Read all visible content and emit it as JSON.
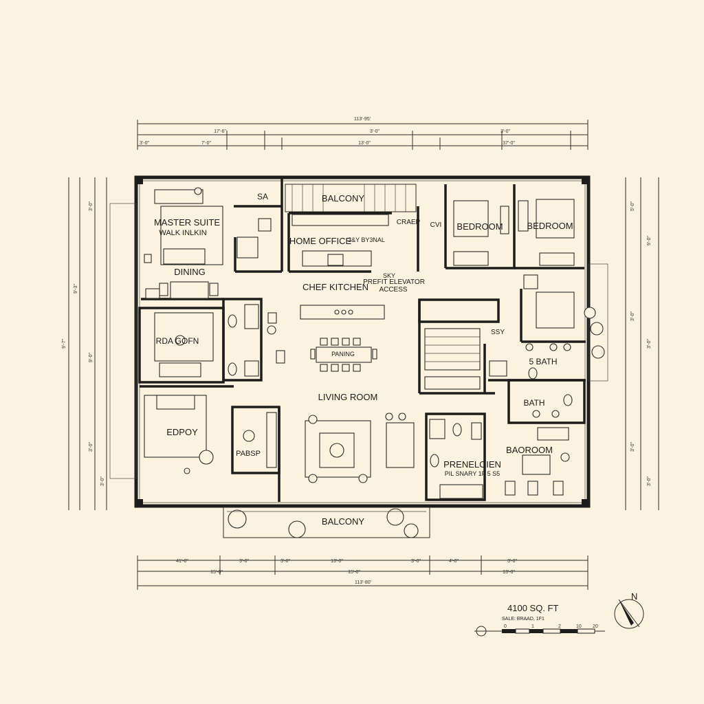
{
  "rooms": {
    "balcony_top": "BALCONY",
    "balcony_bottom": "BALCONY",
    "sa": "SA",
    "master_suite": "MASTER SUITE",
    "walk_in": "WALK INLKIN",
    "dining": "DINING",
    "home_office": "HOME OFFICE",
    "office_note": "3&Y BY3NAL",
    "chef_kitchen": "CHEF KITCHEN",
    "sky_elevator": "SKY",
    "prefit_elevator": "PREFIT ELEVATOR",
    "access": "ACCESS",
    "craep": "CRAEP",
    "cv": "CVI",
    "bedroom_1": "BEDROOM",
    "bedroom_2": "BEDROOM",
    "rda_gofn": "RDA GOFN",
    "paning": "PANING",
    "living_room": "LIVING ROOM",
    "ssy": "SSY",
    "five_bath": "5 BATH",
    "bath": "BATH",
    "edpoy": "EDPOY",
    "pabsp": "PABSP",
    "baoroom": "BAOROOM",
    "preneloien": "PRENELOIEN",
    "preneloien_note": "PIL SNARY 1F 5 S5"
  },
  "summary": {
    "area": "4100 SQ. FT",
    "scale_label": "SALE: BRAAD, 1F1",
    "north": "N"
  },
  "dimensions": {
    "top_total": "113'-95'",
    "top_row1": [
      "17'-6\"",
      "3'-0\"",
      "3'-0\""
    ],
    "top_row2": [
      "3'-0\"",
      "7'-0\"",
      "13'-0\"",
      "37'-0\""
    ],
    "bottom_row1": [
      "41'-0\"",
      "3'-0\"",
      "3'-0\"",
      "13'-0\"",
      "3'-0\"",
      "4'-0\"",
      "3'-0\""
    ],
    "bottom_row2": [
      "15'-0\"",
      "15'-0\"",
      "13'-0\""
    ],
    "bottom_total": "113'-80'",
    "left_side": [
      "9'-7\"",
      "9'-3\"",
      "3'-0\"",
      "9'-0\"",
      "3'-0\"",
      "3'-0\""
    ],
    "right_side": [
      "5'-0\"",
      "3'-0\"",
      "3'-0\"",
      "9'-0\"",
      "3'-0\"",
      "3'-0\""
    ],
    "scale_ticks": [
      "0",
      "1",
      "2",
      "10",
      "20"
    ]
  },
  "colors": {
    "paper": "#fbf3df",
    "ink": "#1d1d1d"
  }
}
